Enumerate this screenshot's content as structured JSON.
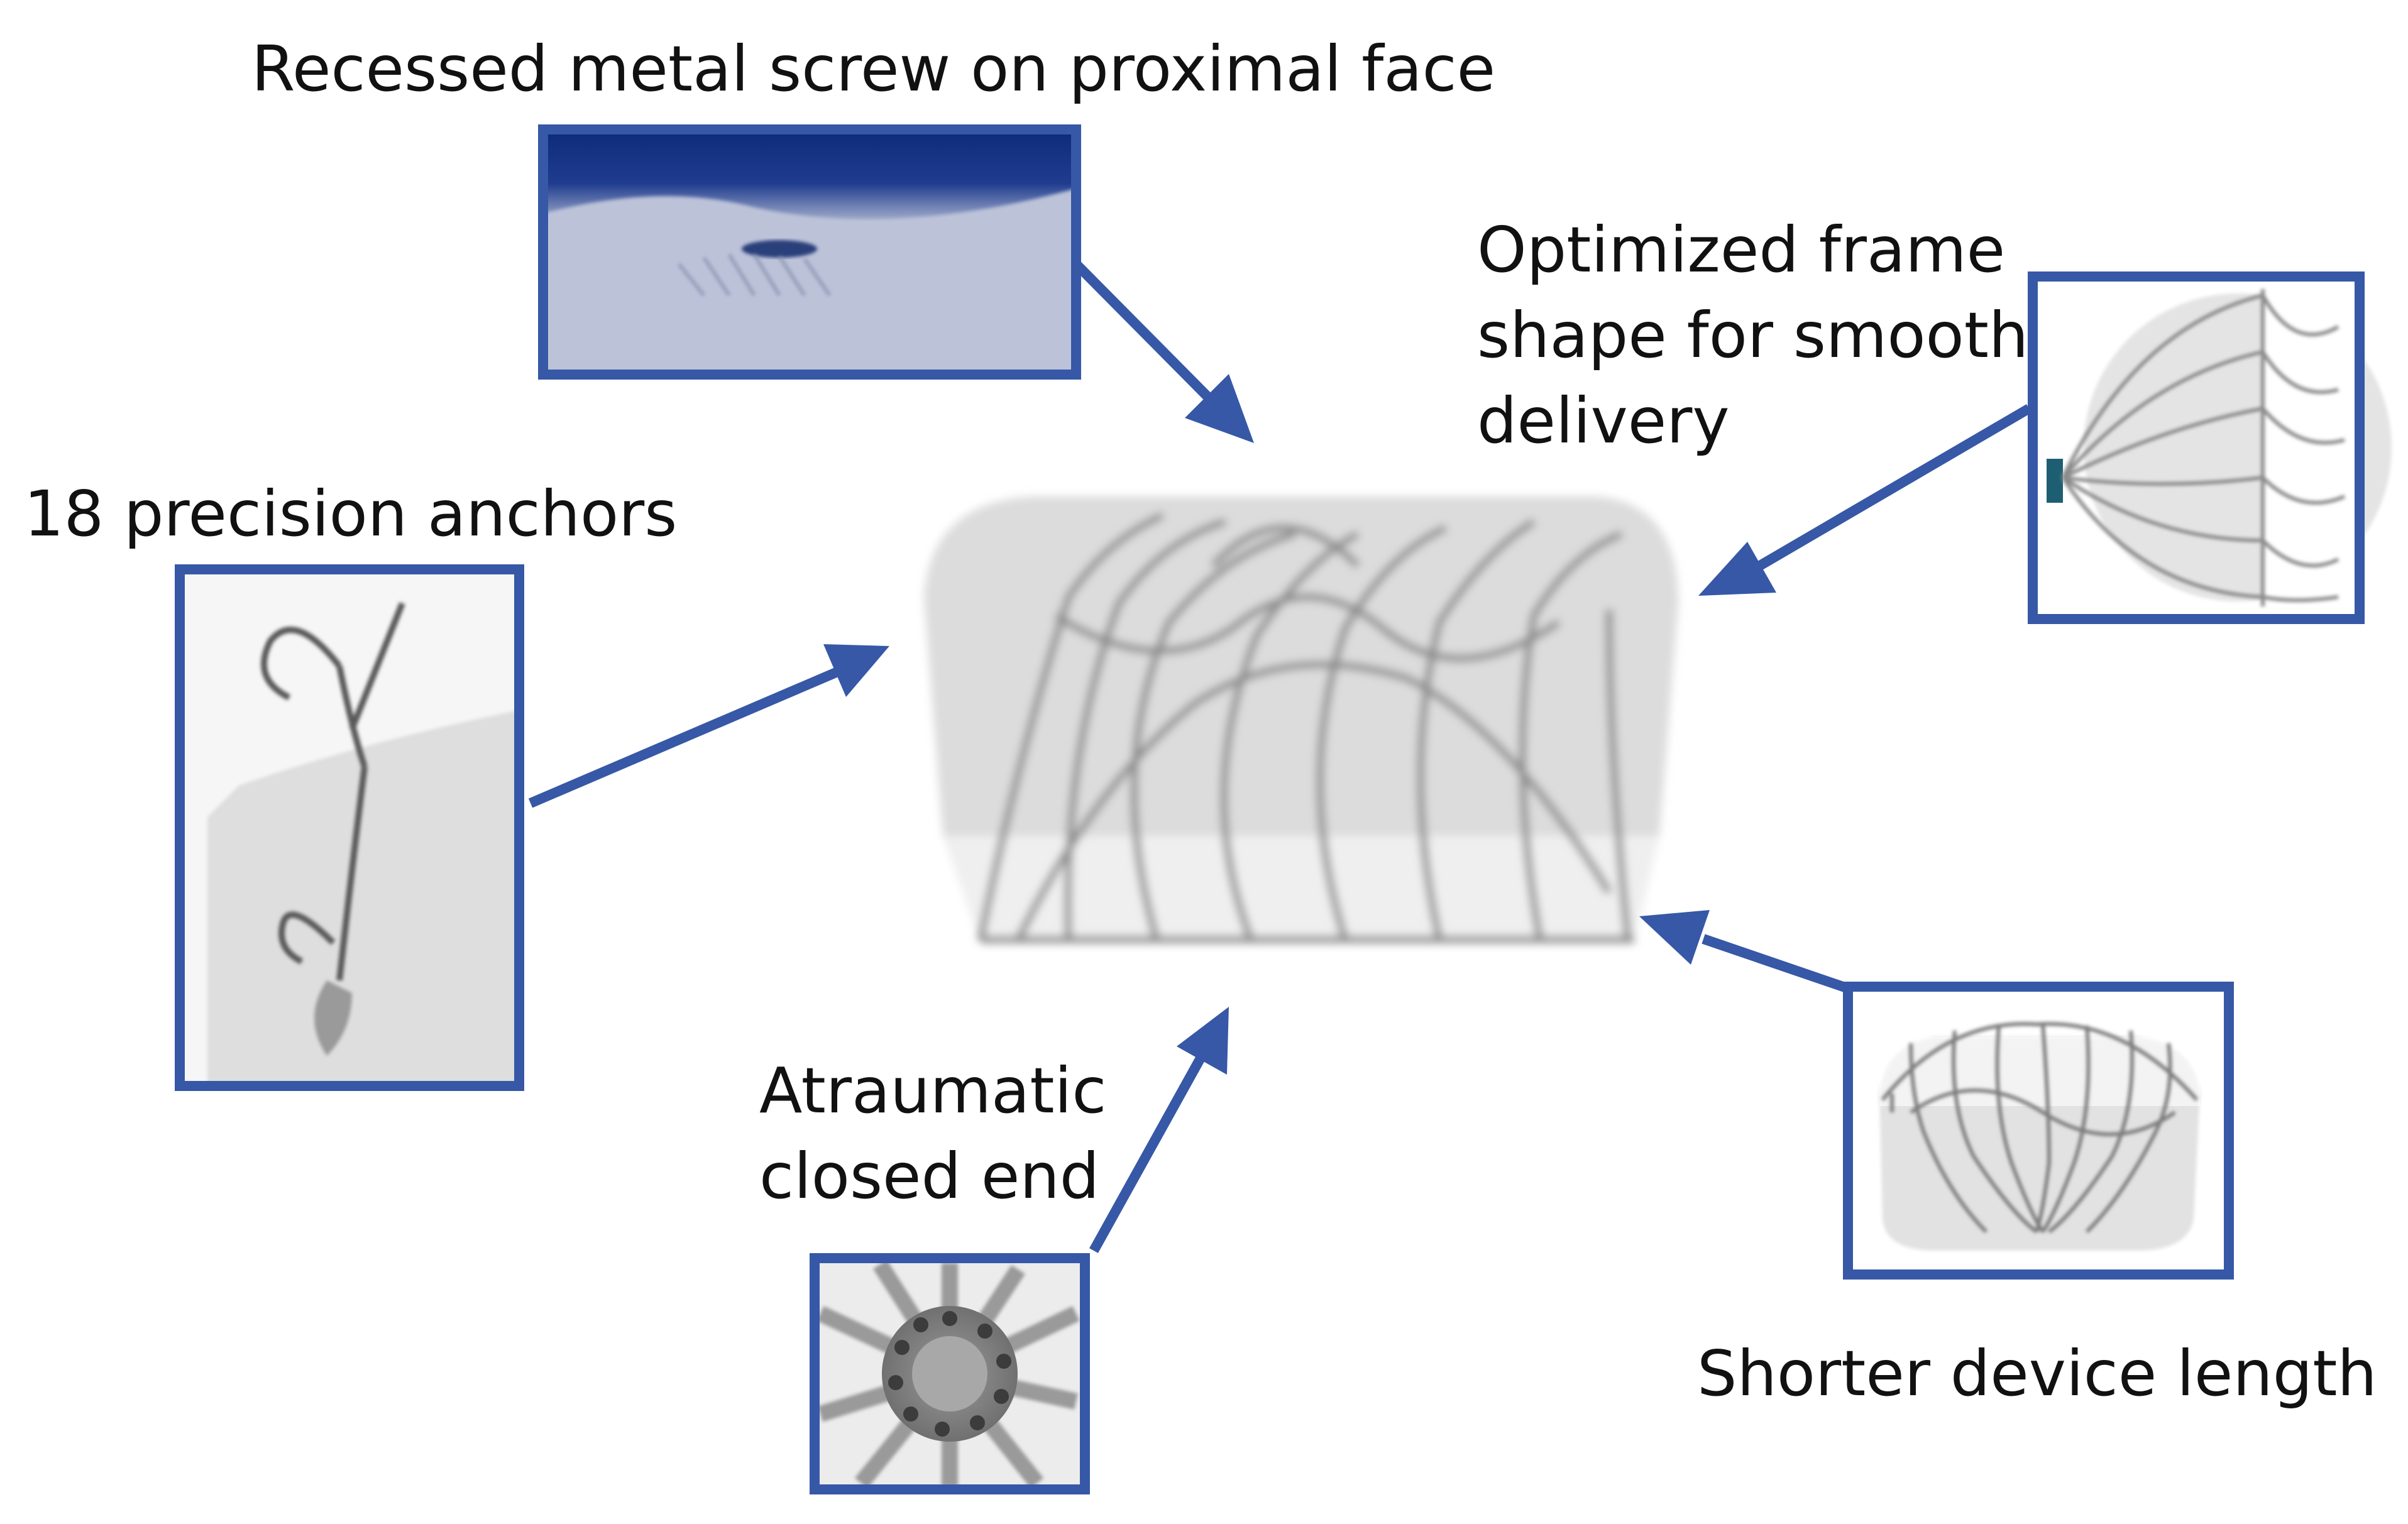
{
  "colors": {
    "frame": "#3658A6",
    "arrow": "#3658A6",
    "text": "#111111",
    "background": "#ffffff"
  },
  "callouts": [
    {
      "id": "screw",
      "text": "Recessed metal screw on proximal face",
      "image": "proximal-face-photo"
    },
    {
      "id": "frame",
      "text": "Optimized frame\nshape for smooth\ndelivery",
      "image": "side-view-frame-photo"
    },
    {
      "id": "anchors",
      "text": "18 precision anchors",
      "image": "anchor-hooks-photo"
    },
    {
      "id": "closed_end",
      "text": "Atraumatic\nclosed end",
      "image": "closed-end-hub-photo"
    },
    {
      "id": "length",
      "text": "Shorter device length",
      "image": "device-length-photo"
    }
  ],
  "center_image": "occluder-device-photo"
}
